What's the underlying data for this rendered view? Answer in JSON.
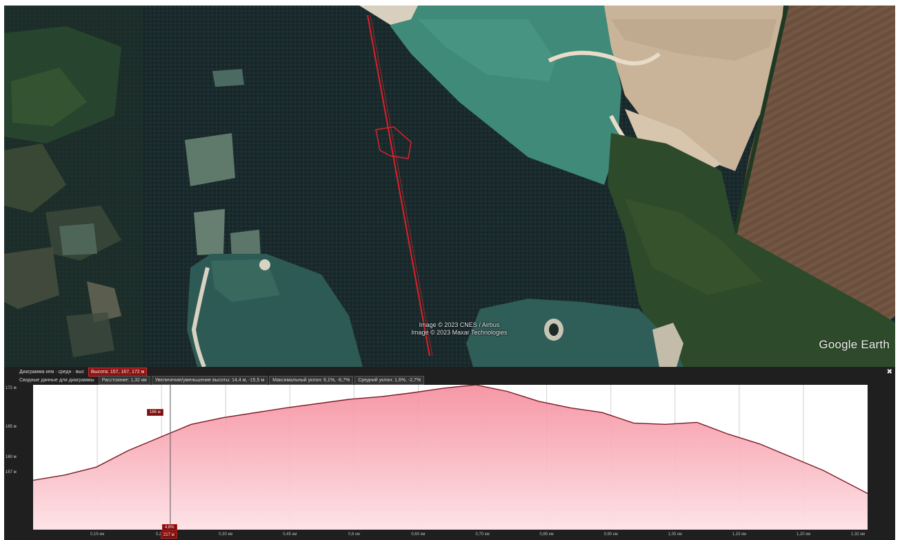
{
  "map": {
    "attribution": [
      "Image © 2023 CNES / Airbus",
      "Image © 2023 Maxar Technologies"
    ],
    "logo": "Google Earth",
    "path_color": "#e0202a"
  },
  "profile": {
    "row1": {
      "label": "Диаграмма кем · средн · выс",
      "elevation": "Высота: 157, 167, 172 м"
    },
    "row2": {
      "summary_label": "Сводные данные для диаграммы",
      "distance": "Расстояние: 1,32 км",
      "gain_loss": "Увеличение/уменьшение высоты: 14,4 м, -15,5 м",
      "max_slope": "Максимальный уклон: 6,1%, -6,7%",
      "avg_slope": "Средний уклон: 1,6%, -2,7%"
    },
    "y_labels": [
      "172 м",
      "165 м",
      "160 м",
      "157 м"
    ],
    "x_labels": [
      "0,15 км",
      "0,2 км",
      "0,30 км",
      "0,45 км",
      "0,6 км",
      "0,60 км",
      "0,70 км",
      "0,85 км",
      "0,90 км",
      "1,05 км",
      "1,15 км",
      "1,20 км",
      "1,32 км"
    ],
    "hover": {
      "elevation": "166 м",
      "slope": "4,8%",
      "distance": "217 м"
    },
    "fill_color": "#f7a9b4",
    "line_color": "#7a1822"
  },
  "chart_data": {
    "type": "area",
    "x": [
      0,
      0.05,
      0.1,
      0.15,
      0.2,
      0.25,
      0.3,
      0.4,
      0.5,
      0.55,
      0.6,
      0.65,
      0.7,
      0.75,
      0.8,
      0.85,
      0.9,
      0.95,
      1.0,
      1.05,
      1.1,
      1.15,
      1.2,
      1.25,
      1.32
    ],
    "values": [
      157.5,
      158.3,
      159.5,
      162.0,
      164.0,
      166.0,
      167.0,
      168.5,
      169.8,
      170.2,
      170.8,
      171.5,
      172.0,
      171.0,
      169.5,
      168.5,
      167.8,
      166.2,
      166.0,
      166.3,
      164.5,
      163.0,
      161.0,
      159.0,
      155.5
    ],
    "ylim": [
      150,
      172
    ],
    "xlim": [
      0,
      1.32
    ],
    "grid": true,
    "hover_x": 0.217
  }
}
